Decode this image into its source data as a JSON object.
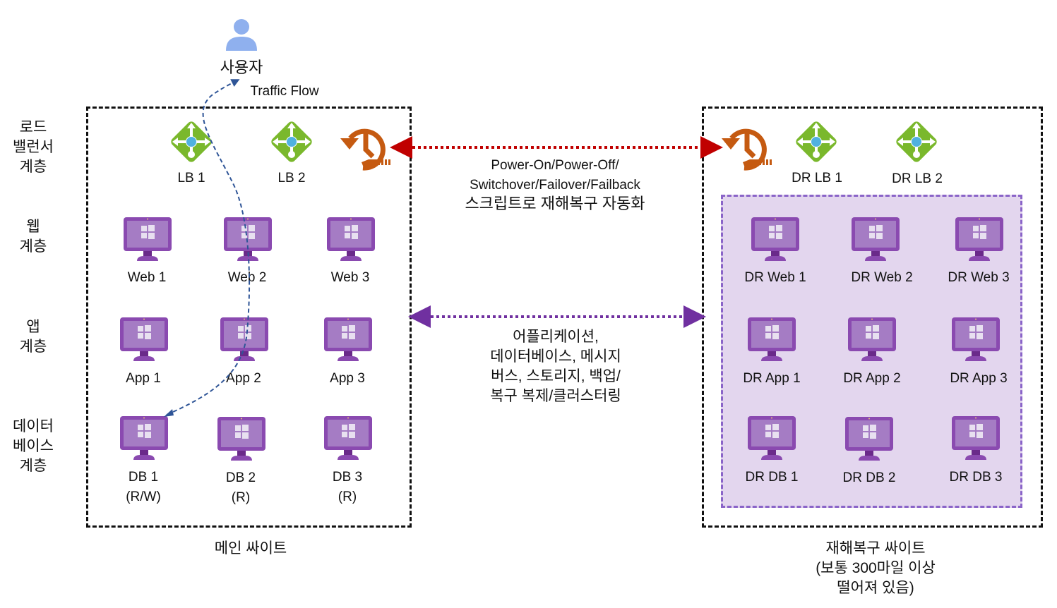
{
  "user": {
    "label": "사용자",
    "icon": "user-icon"
  },
  "traffic_flow": {
    "label": "Traffic Flow"
  },
  "tiers": [
    {
      "id": "lb",
      "label": "로드\n밸런서\n계층"
    },
    {
      "id": "web",
      "label": "웹\n계층"
    },
    {
      "id": "app",
      "label": "앱\n계층"
    },
    {
      "id": "db",
      "label": "데이터\n베이스\n계층"
    }
  ],
  "main_site": {
    "caption": "메인 싸이트",
    "load_balancers": [
      {
        "label": "LB 1"
      },
      {
        "label": "LB 2"
      }
    ],
    "recovery_icon": "site-recovery-icon",
    "web": [
      {
        "label": "Web 1"
      },
      {
        "label": "Web 2"
      },
      {
        "label": "Web 3"
      }
    ],
    "app": [
      {
        "label": "App 1"
      },
      {
        "label": "App 2"
      },
      {
        "label": "App 3"
      }
    ],
    "db": [
      {
        "label": "DB 1",
        "mode": "(R/W)"
      },
      {
        "label": "DB 2",
        "mode": "(R)"
      },
      {
        "label": "DB 3",
        "mode": "(R)"
      }
    ]
  },
  "dr_site": {
    "caption_line1": "재해복구 싸이트",
    "caption_line2": "(보통 300마일 이상",
    "caption_line3": "떨어져 있음)",
    "load_balancers": [
      {
        "label": "DR LB 1"
      },
      {
        "label": "DR LB 2"
      }
    ],
    "recovery_icon": "site-recovery-icon",
    "web": [
      {
        "label": "DR Web 1"
      },
      {
        "label": "DR Web 2"
      },
      {
        "label": "DR Web 3"
      }
    ],
    "app": [
      {
        "label": "DR App 1"
      },
      {
        "label": "DR App 2"
      },
      {
        "label": "DR App 3"
      }
    ],
    "db": [
      {
        "label": "DR DB 1"
      },
      {
        "label": "DR DB 2"
      },
      {
        "label": "DR DB 3"
      }
    ]
  },
  "connections": {
    "orchestration": {
      "line1": "Power-On/Power-Off/",
      "line2": "Switchover/Failover/Failback",
      "line3": "스크립트로 재해복구 자동화",
      "color": "#c00000"
    },
    "replication": {
      "line1": "어플리케이션,",
      "line2": "데이터베이스, 메시지",
      "line3": "버스, 스토리지, 백업/",
      "line4": "복구 복제/클러스터링",
      "color": "#7030a0"
    },
    "traffic_color": "#2f5597"
  },
  "colors": {
    "vm_purple": "#8a4ab0",
    "vm_screen": "#a57cc4",
    "lb_green": "#7ab82c",
    "lb_center": "#4fb1e0",
    "recovery_orange": "#c55a11",
    "dr_zone_fill": "#e3d6ee",
    "dr_zone_border": "#8a64c8"
  }
}
